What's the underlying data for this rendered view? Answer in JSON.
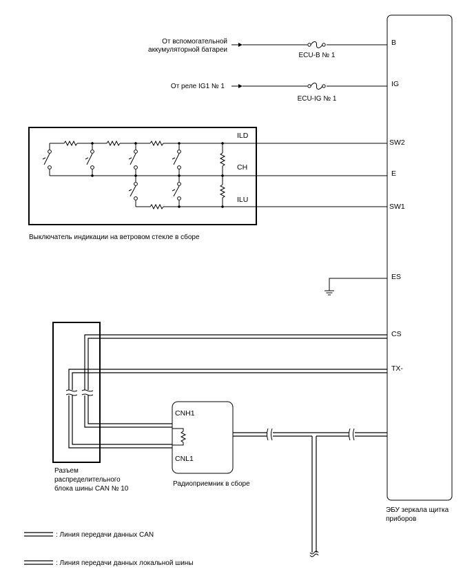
{
  "sources": {
    "battery_line1": "От вспомогательной",
    "battery_line2": "аккумуляторной батареи",
    "relay": "От реле IG1 № 1"
  },
  "fuses": {
    "ecu_b": "ECU-B № 1",
    "ecu_ig": "ECU-IG № 1"
  },
  "ecu": {
    "name_line1": "ЭБУ зеркала щитка",
    "name_line2": "приборов",
    "pins": {
      "b": "B",
      "ig": "IG",
      "sw2": "SW2",
      "e": "E",
      "sw1": "SW1",
      "es": "ES",
      "cs": "CS",
      "tx": "TX-"
    }
  },
  "switch_assy": {
    "name": "Выключатель индикации на ветровом стекле в сборе",
    "ild": "ILD",
    "ch": "CH",
    "ilu": "ILU"
  },
  "junction": {
    "line1": "Разъем",
    "line2": "распределительного",
    "line3": "блока шины CAN № 10"
  },
  "radio": {
    "name": "Радиоприемник в сборе",
    "cnh1": "CNH1",
    "cnl1": "CNL1"
  },
  "legend": {
    "can": ": Линия передачи данных CAN",
    "local": ": Линия передачи данных локальной шины"
  }
}
